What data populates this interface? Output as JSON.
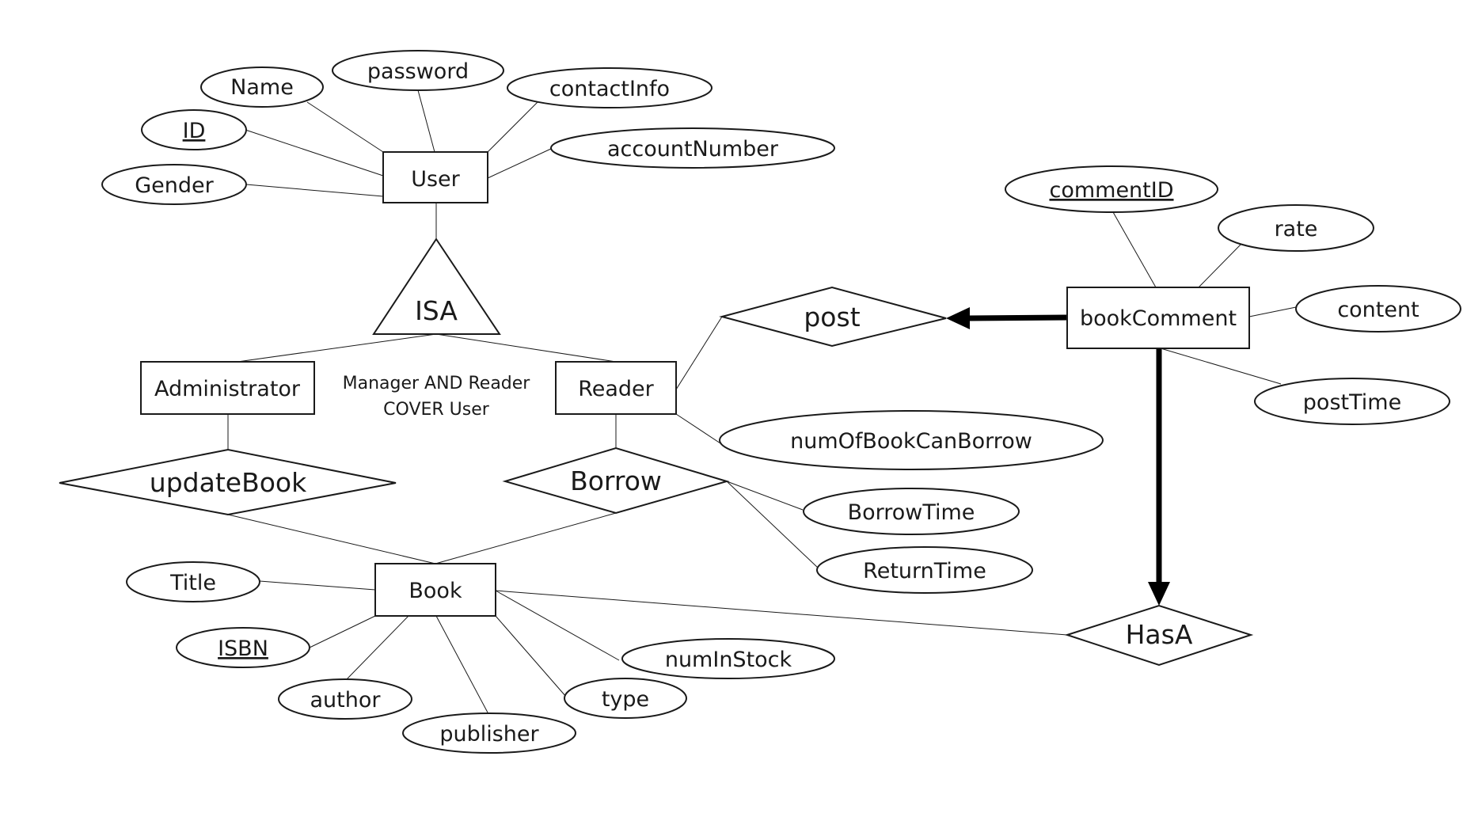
{
  "diagram": {
    "entities": {
      "user": "User",
      "administrator": "Administrator",
      "reader": "Reader",
      "book": "Book",
      "book_comment": "bookComment"
    },
    "isa": "ISA",
    "constraint_note": [
      "Manager AND Reader",
      "COVER User"
    ],
    "relationships": {
      "post": "post",
      "update_book": "updateBook",
      "borrow": "Borrow",
      "has_a": "HasA"
    },
    "attributes": {
      "user_name": "Name",
      "user_password": "password",
      "user_contact_info": "contactInfo",
      "user_id": "ID",
      "user_account_number": "accountNumber",
      "user_gender": "Gender",
      "comment_id": "commentID",
      "comment_rate": "rate",
      "comment_content": "content",
      "comment_post_time": "postTime",
      "reader_num_can_borrow": "numOfBookCanBorrow",
      "borrow_time": "BorrowTime",
      "return_time": "ReturnTime",
      "book_title": "Title",
      "book_isbn": "ISBN",
      "book_author": "author",
      "book_publisher": "publisher",
      "book_type": "type",
      "book_num_in_stock": "numInStock"
    },
    "key_attributes": [
      "ID",
      "commentID",
      "ISBN"
    ],
    "colors": {
      "stroke": "#1a1a1a",
      "background": "#ffffff"
    }
  }
}
